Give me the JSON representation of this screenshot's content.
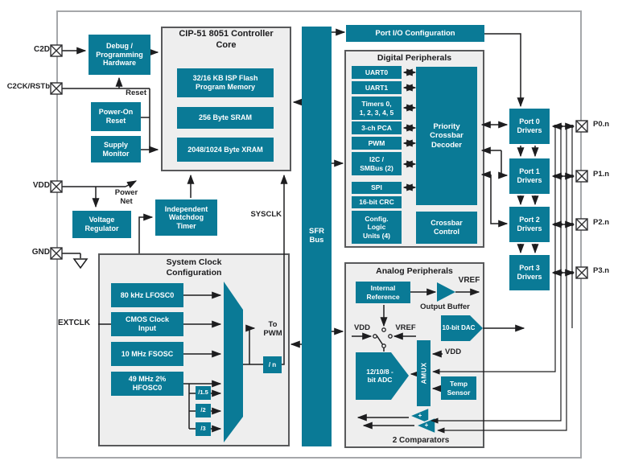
{
  "colors": {
    "teal": "#0a7a96",
    "panel_fill": "#eeeeee",
    "panel_border": "#58595b",
    "line": "#1d1d1f",
    "outer_border": "#a5a7aa",
    "block_text": "#ffffff",
    "label_text": "#232325"
  },
  "pins": {
    "left": [
      {
        "label": "C2D"
      },
      {
        "label": "C2CK/RSTb"
      },
      {
        "label": "VDD"
      },
      {
        "label": "GND"
      }
    ],
    "right": [
      {
        "label": "P0.n"
      },
      {
        "label": "P1.n"
      },
      {
        "label": "P2.n"
      },
      {
        "label": "P3.n"
      }
    ]
  },
  "core": {
    "title": "CIP-51 8051 Controller\nCore",
    "flash": "32/16 KB ISP Flash\nProgram Memory",
    "sram": "256 Byte SRAM",
    "xram": "2048/1024 Byte XRAM"
  },
  "blocks": {
    "debug": "Debug /\nProgramming\nHardware",
    "power_on_reset": "Power-On\nReset",
    "supply_monitor": "Supply\nMonitor",
    "voltage_regulator": "Voltage\nRegulator",
    "watchdog": "Independent\nWatchdog\nTimer",
    "port_io_config": "Port I/O Configuration"
  },
  "bus": {
    "label": "SFR\nBus"
  },
  "nets": {
    "reset": "Reset",
    "power_net": "Power\nNet",
    "sysclk": "SYSCLK",
    "extclk": "EXTCLK"
  },
  "digital": {
    "title": "Digital Peripherals",
    "items": [
      "UART0",
      "UART1",
      "Timers 0,\n1, 2, 3, 4, 5",
      "3-ch PCA",
      "PWM",
      "I2C /\nSMBus (2)",
      "SPI",
      "16-bit CRC",
      "Config.\nLogic\nUnits (4)"
    ],
    "decoder": "Priority\nCrossbar\nDecoder",
    "crossbar_control": "Crossbar\nControl"
  },
  "ports": [
    {
      "label": "Port 0\nDrivers"
    },
    {
      "label": "Port 1\nDrivers"
    },
    {
      "label": "Port 2\nDrivers"
    },
    {
      "label": "Port 3\nDrivers"
    }
  ],
  "clock": {
    "title": "System Clock\nConfiguration",
    "sources": [
      "80 kHz LFOSC0",
      "CMOS Clock\nInput",
      "10 MHz FSOSC",
      "49 MHz 2%\nHFOSC0"
    ],
    "dividers": [
      "/1.5",
      "/2",
      "/3"
    ],
    "div_n": "/ n",
    "to_pwm": "To\nPWM"
  },
  "analog": {
    "title": "Analog Peripherals",
    "internal_reference": "Internal\nReference",
    "output_buffer": "Output Buffer",
    "vref_out": "VREF",
    "vdd_switch": "VDD",
    "vref_switch": "VREF",
    "vdd_amux": "VDD",
    "dac": "10-bit DAC",
    "adc": "12/10/8 -\nbit ADC",
    "amux": "AMUX",
    "temp_sensor": "Temp\nSensor",
    "comparators": "2 Comparators",
    "plus": "+"
  }
}
